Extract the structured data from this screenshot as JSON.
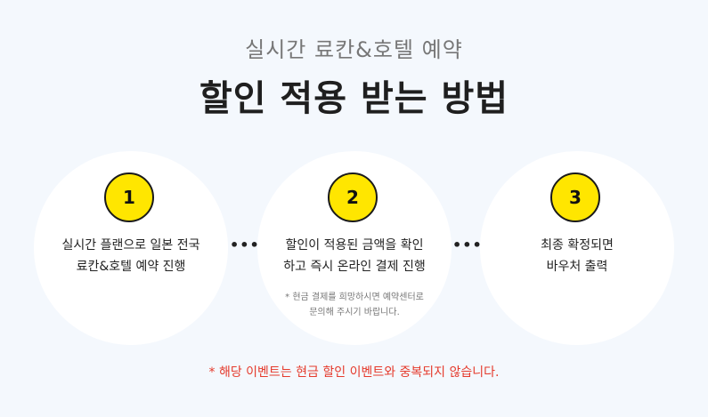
{
  "header": {
    "subtitle": "실시간 료칸&호텔 예약",
    "title": "할인 적용 받는 방법"
  },
  "steps": [
    {
      "number": "1",
      "line1": "실시간 플랜으로 일본 전국",
      "line2": "료칸&호텔 예약 진행"
    },
    {
      "number": "2",
      "line1": "할인이 적용된 금액을 확인",
      "line2": "하고 즉시 온라인 결제 진행",
      "note1": "* 현금 결제를 희망하시면 예약센터로",
      "note2": "문의해 주시기 바랍니다."
    },
    {
      "number": "3",
      "line1": "최종 확정되면",
      "line2": "바우처 출력"
    }
  ],
  "arrows": {
    "glyph": "••••›"
  },
  "footer": {
    "notice": "* 해당 이벤트는 현금 할인 이벤트와 중복되지 않습니다."
  },
  "colors": {
    "badge": "#ffe600",
    "notice": "#e53a2c",
    "background": "#f4f8fd"
  }
}
